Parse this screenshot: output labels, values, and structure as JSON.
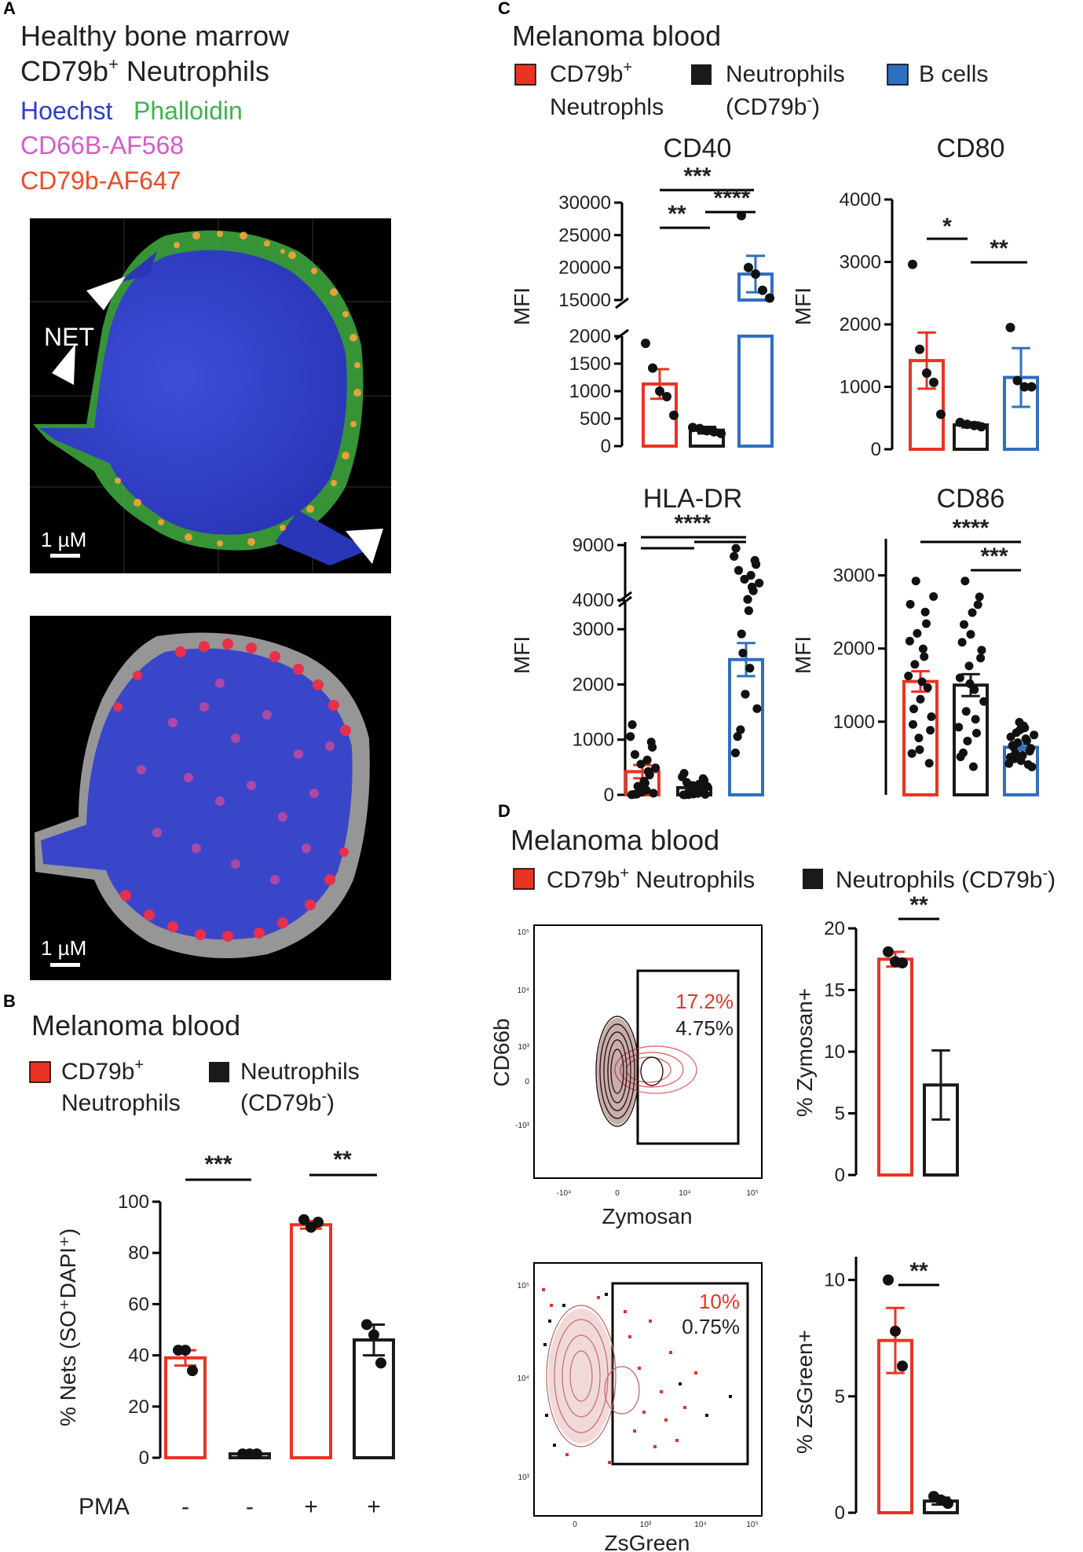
{
  "colors": {
    "cd79b_pos": "#ea3323",
    "neg": "#1a1a1a",
    "bcell": "#2f6fbf",
    "hoechst": "#2c3fc8",
    "phalloidin": "#3cb54a",
    "cd66b": "#d85ac8",
    "cd79b": "#f04a24"
  },
  "panelA": {
    "label": "A",
    "title_line1": "Healthy bone marrow",
    "title_line2": "CD79b",
    "title_line2_sup": "+",
    "title_line2_rest": " Neutrophils",
    "stain_hoechst": "Hoechst",
    "stain_phalloidin": "Phalloidin",
    "stain_cd66b": "CD66B-AF568",
    "stain_cd79b": "CD79b-AF647",
    "net_label": "NET",
    "scale_top": "1 µM",
    "scale_bottom": "1 µM"
  },
  "panelB": {
    "label": "B",
    "header": "Melanoma blood",
    "legend_pos_line1": "CD79b",
    "legend_pos_sup": "+",
    "legend_pos_line2": "Neutrophils",
    "legend_neg_line1": "Neutrophils",
    "legend_neg_line2": "(CD79b",
    "legend_neg_sup": "-",
    "legend_neg_close": ")",
    "row_label": "PMA",
    "pma": [
      "-",
      "-",
      "+",
      "+"
    ],
    "sig": [
      "***",
      "**"
    ]
  },
  "panelC": {
    "label": "C",
    "header": "Melanoma blood",
    "legend_pos_line1": "CD79b",
    "legend_pos_sup": "+",
    "legend_pos_line2": "Neutrophls",
    "legend_neg_line1": "Neutrophils",
    "legend_neg_line2": "(CD79b",
    "legend_neg_sup": "-",
    "legend_neg_close": ")",
    "legend_bcell": "B cells",
    "sig_cd40": [
      "***",
      "**",
      "****"
    ],
    "sig_cd80": [
      "*",
      "**"
    ],
    "sig_hladr": [
      "****"
    ],
    "sig_cd86": [
      "****",
      "***"
    ]
  },
  "panelD": {
    "label": "D",
    "header": "Melanoma blood",
    "legend_pos": "CD79b",
    "legend_pos_sup": "+",
    "legend_pos_rest": " Neutrophils",
    "legend_neg": "Neutrophils (CD79b",
    "legend_neg_sup": "-",
    "legend_neg_close": ")",
    "flow1": {
      "xlabel": "Zymosan",
      "ylabel": "CD66b",
      "pct_red": "17.2%",
      "pct_black": "4.75%",
      "yticks": [
        "10⁵",
        "10⁴",
        "10³",
        "0",
        "-10³"
      ],
      "xticks": [
        "-10⁴",
        "0",
        "10⁴",
        "10⁵"
      ]
    },
    "flow2": {
      "xlabel": "ZsGreen",
      "pct_red": "10%",
      "pct_black": "0.75%",
      "yticks": [
        "10⁵",
        "10⁴",
        "10³"
      ],
      "xticks": [
        "0",
        "10³",
        "10⁴",
        "10⁵"
      ]
    },
    "sig_zym": [
      "**"
    ],
    "sig_zs": [
      "**"
    ]
  },
  "chart_data": [
    {
      "id": "B",
      "type": "bar",
      "ylabel": "% Nets (SO⁺DAPI⁺)",
      "ylim": [
        0,
        100
      ],
      "yticks": [
        0,
        20,
        40,
        60,
        80,
        100
      ],
      "categories": [
        "CD79b+ Neutrophils",
        "Neutrophils (CD79b-)",
        "CD79b+ Neutrophils",
        "Neutrophils (CD79b-)"
      ],
      "values": [
        39,
        1.5,
        91,
        46
      ],
      "errors": [
        3,
        0.5,
        1.5,
        6
      ],
      "points": [
        [
          42,
          42,
          34
        ],
        [
          1.5,
          1.5,
          1.5
        ],
        [
          93,
          90,
          92
        ],
        [
          52,
          48,
          37
        ]
      ]
    },
    {
      "id": "CD40",
      "type": "bar",
      "title": "CD40",
      "ylabel": "MFI",
      "broken_axis": true,
      "lower_ylim": [
        0,
        2000
      ],
      "lower_ticks": [
        0,
        500,
        1000,
        1500,
        2000
      ],
      "upper_ylim": [
        15000,
        30000
      ],
      "upper_ticks": [
        15000,
        20000,
        25000,
        30000
      ],
      "categories": [
        "CD79b+ Neutrophils",
        "Neutrophils (CD79b-)",
        "B cells"
      ],
      "values": [
        1130,
        290,
        19000
      ],
      "errors": [
        270,
        60,
        2800
      ],
      "points": [
        [
          1870,
          1420,
          1000,
          900,
          560
        ],
        [
          340,
          320,
          280,
          260,
          230
        ],
        [
          28000,
          20000,
          19000,
          16500,
          15300
        ]
      ]
    },
    {
      "id": "CD80",
      "type": "bar",
      "title": "CD80",
      "ylabel": "MFI",
      "ylim": [
        0,
        4000
      ],
      "yticks": [
        0,
        1000,
        2000,
        3000,
        4000
      ],
      "categories": [
        "CD79b+ Neutrophils",
        "Neutrophils (CD79b-)",
        "B cells"
      ],
      "values": [
        1420,
        390,
        1150
      ],
      "errors": [
        450,
        40,
        470
      ],
      "points": [
        [
          2960,
          1600,
          1220,
          1070,
          560
        ],
        [
          430,
          400,
          380,
          360
        ],
        [
          1950,
          1100,
          1000,
          1000
        ]
      ]
    },
    {
      "id": "HLA-DR",
      "type": "bar",
      "title": "HLA-DR",
      "ylabel": "MFI",
      "broken_axis": true,
      "lower_ylim": [
        0,
        3500
      ],
      "lower_ticks": [
        0,
        1000,
        2000,
        3000
      ],
      "upper_ticks": [
        4000,
        9000
      ],
      "categories": [
        "CD79b+ Neutrophils",
        "Neutrophils (CD79b-)",
        "B cells"
      ],
      "values": [
        420,
        130,
        2450
      ],
      "errors": [
        120,
        40,
        300
      ]
    },
    {
      "id": "CD86",
      "type": "bar",
      "title": "CD86",
      "ylabel": "MFI",
      "ylim": [
        0,
        3500
      ],
      "yticks": [
        1000,
        2000,
        3000
      ],
      "categories": [
        "CD79b+ Neutrophils",
        "Neutrophils (CD79b-)",
        "B cells"
      ],
      "values": [
        1550,
        1500,
        650
      ],
      "errors": [
        140,
        150,
        40
      ]
    },
    {
      "id": "Zymosan",
      "type": "bar",
      "ylabel": "% Zymosan+",
      "ylim": [
        0,
        20
      ],
      "yticks": [
        0,
        5,
        10,
        15,
        20
      ],
      "categories": [
        "CD79b+ Neutrophils",
        "Neutrophils (CD79b-)"
      ],
      "values": [
        17.5,
        7.3
      ],
      "errors": [
        0.6,
        2.8
      ],
      "points": [
        [
          18.1,
          17.3,
          17.2
        ],
        []
      ]
    },
    {
      "id": "ZsGreen",
      "type": "bar",
      "ylabel": "% ZsGreen+",
      "ylim": [
        0,
        11
      ],
      "yticks": [
        0,
        5,
        10
      ],
      "categories": [
        "CD79b+ Neutrophils",
        "Neutrophils (CD79b-)"
      ],
      "values": [
        7.4,
        0.5
      ],
      "errors": [
        1.4,
        0.15
      ],
      "points": [
        [
          10.0,
          7.8,
          6.3
        ],
        [
          0.7,
          0.55,
          0.4
        ]
      ]
    }
  ]
}
